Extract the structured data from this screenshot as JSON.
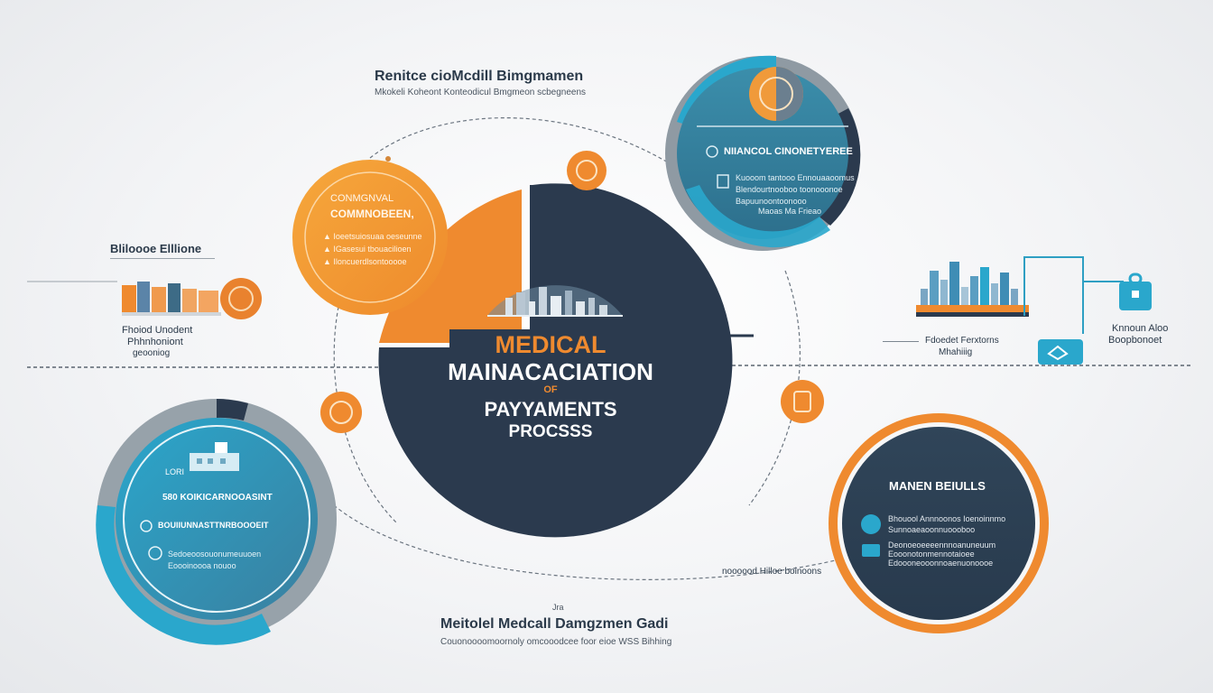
{
  "colors": {
    "navy": "#2b3a4e",
    "orange": "#e8822f",
    "orange_light": "#f4a23a",
    "teal": "#2e9fc3",
    "teal_dark": "#3d6b86",
    "gray_ring": "#8f9aa3",
    "text_dark": "#2b3a4a",
    "background": "#f3f4f6"
  },
  "icons": [
    "coin-icon",
    "dollar-icon",
    "shield-icon",
    "lock-icon",
    "checkmark-icon",
    "city-skyline-icon",
    "hospital-building-icon",
    "document-icon"
  ],
  "top_header": {
    "title": "Renitce cioMcdill Bimgmamen",
    "subtitle": "Mkokeli Koheont Konteodicul Bmgmeon scbegneens"
  },
  "center": {
    "line1": "MEDICAL",
    "line2": "MAINACACIATION",
    "line3": "OF",
    "line4": "PAYYAMENTS",
    "line5": "PROCSSS"
  },
  "orange_circle": {
    "title_line1": "CONMGNVAL",
    "title_line2": "COMMNOBEEN,",
    "lines": [
      "▲ Ioeetsuiosuaa oeseunne",
      "▲ IGasesui tbouacilioen",
      "▲ Iloncuerdlsontooooe"
    ]
  },
  "left_labels": {
    "title": "Bliloooe Elllione",
    "lines": [
      "Fhoiod Unodent",
      "Phhnhoniont",
      "geooniog"
    ]
  },
  "top_right_circle": {
    "title": "NIIANCOL CINONETYEREE",
    "lines": [
      "Kuooom tantooo Ennouaaoomus",
      "Blendourtnooboo toonooonoe",
      "Bapuunoontoonooo",
      "Maoas Ma Frieao"
    ]
  },
  "right_labels": {
    "left_line1": "Fdoedet Ferxtorns",
    "left_line2": "Mhahiiig",
    "right_line1": "Knnoun Aloo",
    "right_line2": "Boopbonoet"
  },
  "bottom_left_circle": {
    "line1": "LORI",
    "line2": "580 KOIKICARNOOASINT",
    "line3": "BOUIIUNNASTTNRBOOOEIT",
    "lines": [
      "Sedoeoosouonumeuuoen",
      "Eoooinoooa nouoo"
    ]
  },
  "bottom_right_circle": {
    "title": "MANEN BEIULLS",
    "lines": [
      "Bhouool Annnoonos Ioenoinnmo",
      "Sunnoaeaoonnuoooboo",
      "Deonoeoeeeennnoanuneuum",
      "Eooonotonmennotaioee",
      "Edoooneooonnoaenuonoooe"
    ]
  },
  "bottom_right_label": "noooood Hilloe boinoons",
  "bottom_footer": {
    "tag": "Jra",
    "title": "Meitolel Medcall Damgzmen Gadi",
    "subtitle": "Couonoooomoornoly omcooodcee foor eioe WSS Bihhing"
  }
}
